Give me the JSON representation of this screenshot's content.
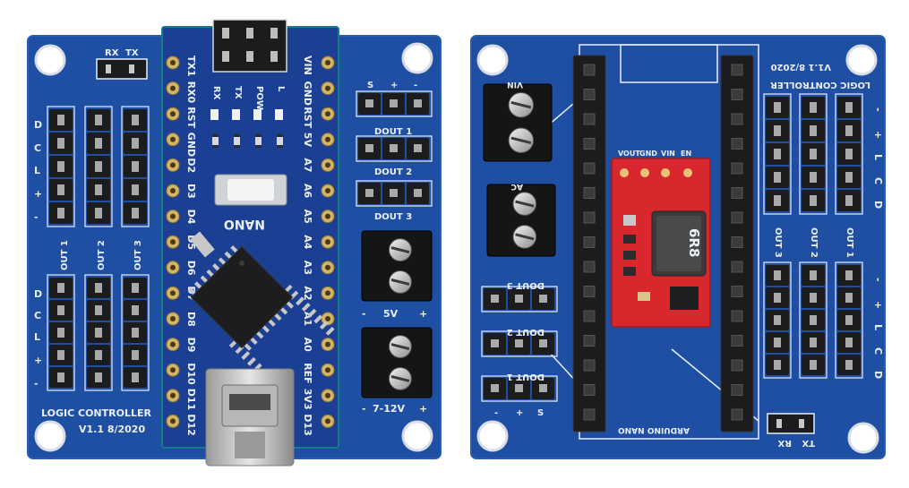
{
  "left_board": {
    "top_header": {
      "rx": "RX",
      "tx": "TX"
    },
    "signal_letters": [
      "D",
      "C",
      "L",
      "+",
      "-"
    ],
    "out_labels": [
      "OUT 1",
      "OUT 2",
      "OUT 3"
    ],
    "nano_pins_left": [
      "TX1",
      "RX0",
      "RST",
      "GND",
      "D2",
      "D3",
      "D4",
      "D5",
      "D6",
      "D7",
      "D8",
      "D9",
      "D10",
      "D11",
      "D12"
    ],
    "nano_pins_right": [
      "VIN",
      "GND",
      "RST",
      "5V",
      "A7",
      "A6",
      "A5",
      "A4",
      "A3",
      "A2",
      "A1",
      "A0",
      "REF",
      "3V3",
      "D13"
    ],
    "led_labels": [
      "RX",
      "TX",
      "POW",
      "L"
    ],
    "chip_name": "NANO",
    "dout_header_labels": [
      "S",
      "+",
      "-"
    ],
    "dout_labels": [
      "DOUT 1",
      "DOUT 2",
      "DOUT 3"
    ],
    "terminal_5v": {
      "label": "5V",
      "minus": "-",
      "plus": "+"
    },
    "terminal_12v": {
      "label": "7-12V",
      "minus": "-",
      "plus": "+"
    },
    "footer_line1": "LOGIC CONTROLLER",
    "footer_line2": "V1.1 8/2020"
  },
  "right_board": {
    "title_line1": "LOGIC CONTROLLER",
    "title_line2": "V1.1 8/2020",
    "signal_letters": [
      "-",
      "+",
      "L",
      "C",
      "D"
    ],
    "out_labels": [
      "OUT 3",
      "OUT 2",
      "OUT 1"
    ],
    "dout_labels": [
      "DOUT 3",
      "DOUT 2",
      "DOUT 1"
    ],
    "dout_header_labels": [
      "-",
      "+",
      "S"
    ],
    "terminal_labels": [
      "VIN",
      "AC"
    ],
    "regulator_labels": [
      "VOUT",
      "GND",
      "VIN",
      "EN"
    ],
    "inductor_code": "6R8",
    "nano_footprint_label": "ARDUINO NANO",
    "bottom_header": {
      "rx": "RX",
      "tx": "TX"
    }
  },
  "colors": {
    "pcb_blue": "#1f4fa3",
    "silkscreen": "#e9eef7",
    "header_black": "#1c1c1e",
    "regulator_red": "#d8282e",
    "terminal_black": "#151515",
    "nano_blue": "#1b3f93"
  }
}
